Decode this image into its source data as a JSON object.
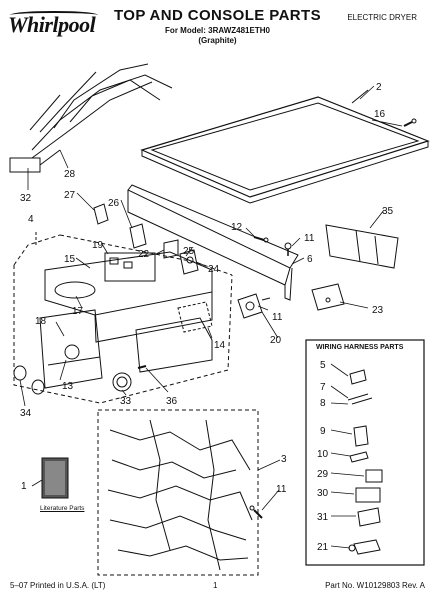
{
  "header": {
    "brand": "Whirlpool",
    "title": "TOP AND CONSOLE PARTS",
    "model_line": "For Model: 3RAWZ481ETH0",
    "variant": "(Graphite)",
    "product_type": "ELECTRIC DRYER"
  },
  "footer": {
    "print_info": "5–07 Printed in U.S.A. (LT)",
    "page": "1",
    "part_number": "Part No. W10129803 Rev. A"
  },
  "wiring_box": {
    "title": "WIRING HARNESS PARTS",
    "callouts": [
      "5",
      "7",
      "8",
      "9",
      "10",
      "29",
      "30",
      "31",
      "21"
    ]
  },
  "literature_label": "Literature Parts",
  "callouts": [
    "2",
    "16",
    "32",
    "28",
    "27",
    "4",
    "26",
    "12",
    "11",
    "35",
    "19",
    "22",
    "25",
    "6",
    "15",
    "24",
    "17",
    "23",
    "11",
    "18",
    "20",
    "14",
    "13",
    "34",
    "33",
    "36",
    "3",
    "1",
    "11"
  ]
}
